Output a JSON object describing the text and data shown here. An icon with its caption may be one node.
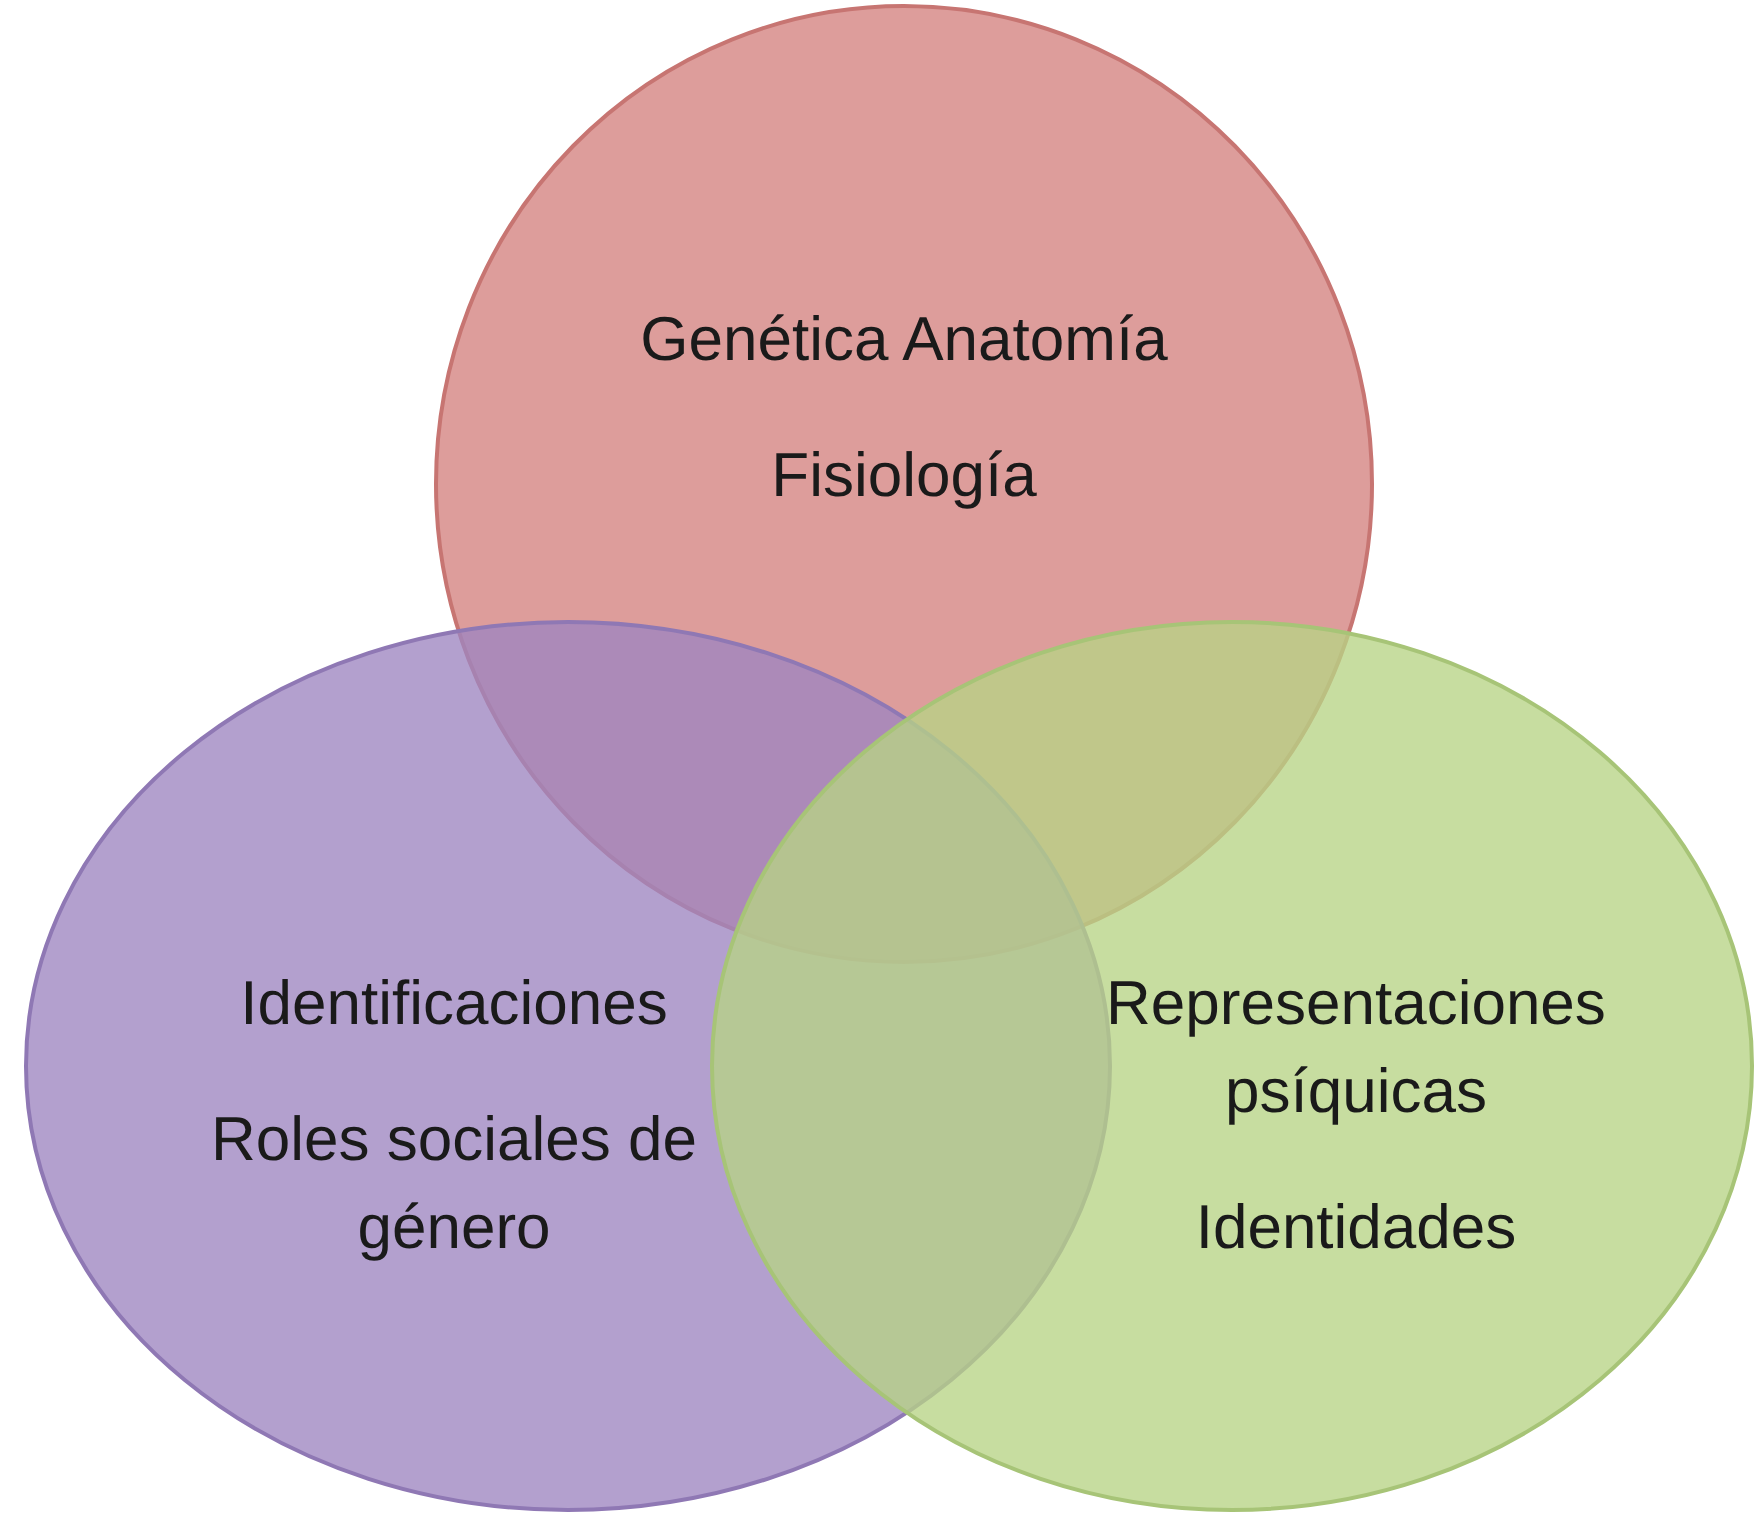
{
  "diagram": {
    "nodes": [
      {
        "text": [
          "Genética Anatomía",
          "Fisiología"
        ]
      },
      {
        "text": [
          "Identificaciones",
          "Roles sociales de género"
        ]
      },
      {
        "text": [
          "Representaciones psíquicas",
          "Identidades"
        ]
      }
    ]
  }
}
